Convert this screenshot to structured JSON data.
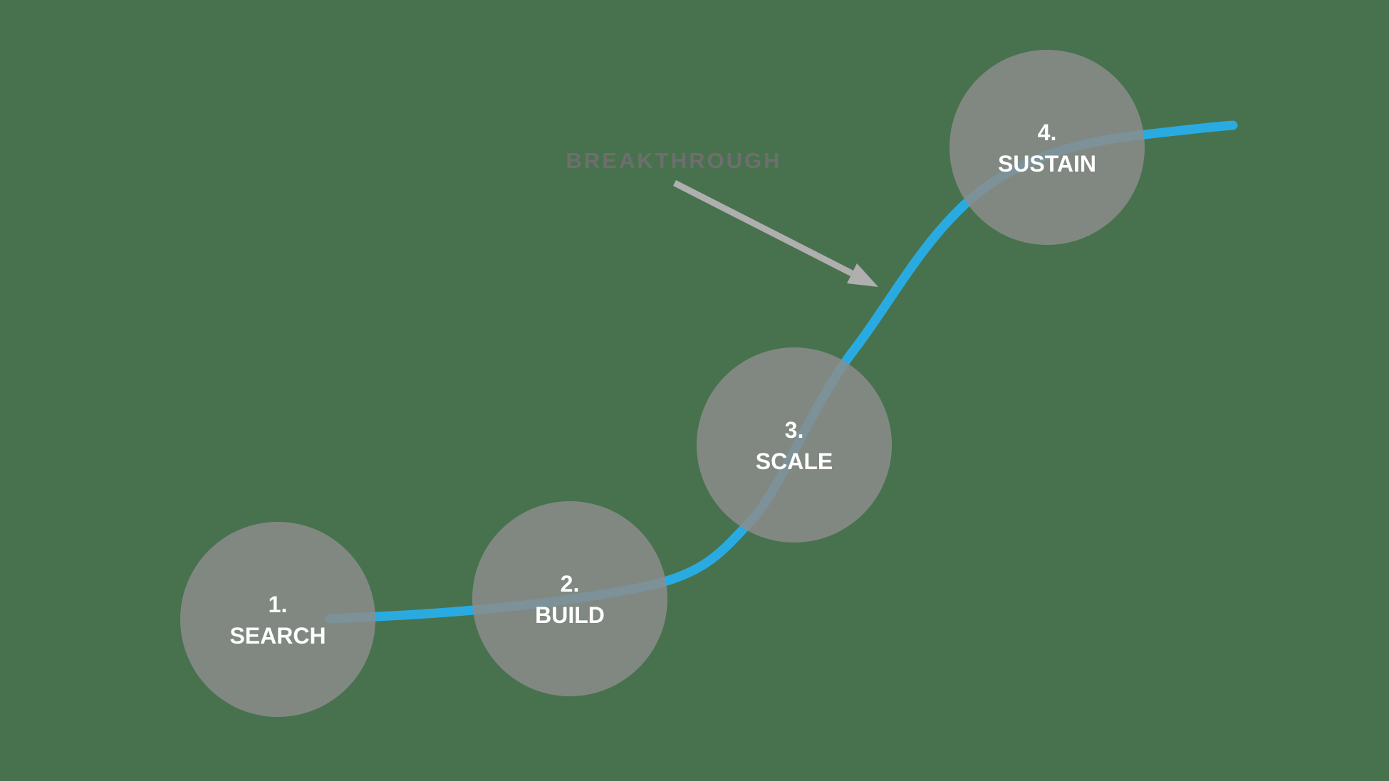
{
  "colors": {
    "background_green": "#48724D",
    "circle_gray": "#8C8C8C",
    "curve_blue": "#29ABE2",
    "arrow_gray": "#AFAFAF",
    "breakthrough_gray": "#6E6E6E",
    "stage_text_white": "#FFFFFF"
  },
  "annotation": {
    "label": "BREAKTHROUGH"
  },
  "stages": [
    {
      "number": "1.",
      "label": "SEARCH"
    },
    {
      "number": "2.",
      "label": "BUILD"
    },
    {
      "number": "3.",
      "label": "SCALE"
    },
    {
      "number": "4.",
      "label": "SUSTAIN"
    }
  ]
}
